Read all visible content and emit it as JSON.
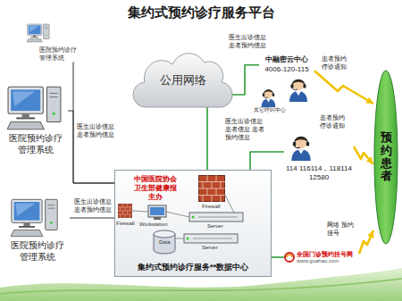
{
  "diagram": {
    "title": "集约式预约诊疗服务平台",
    "nodes": [
      {
        "text": [
          "医院预约诊疗管理系统"
        ]
      },
      {
        "text": [
          "医院预约诊疗管理系统"
        ]
      },
      {
        "text": [
          "医院预约诊疗管理系统"
        ]
      },
      {
        "text": [
          "公用网络"
        ]
      },
      {
        "text": [
          "中融密云中心",
          "4006-120-115"
        ]
      },
      {
        "text": [
          "其它呼叫中心"
        ]
      },
      {
        "text": [
          "中国医院协会 卫生部健康报 主办",
          "集约式预约诊疗服务**数据中心"
        ]
      },
      {
        "text": [
          "114 116114，118114 12580"
        ]
      },
      {
        "text": [
          "全国门诊预约挂号网",
          "www.guahao.com"
        ]
      },
      {
        "text": [
          "预约患者"
        ]
      }
    ],
    "edges": [
      {
        "from": 0,
        "to": 6,
        "arrow": "none",
        "label": "医生出诊信息 患者预约信息"
      },
      {
        "from": 1,
        "to": 6,
        "arrow": "none"
      },
      {
        "from": 2,
        "to": 6,
        "arrow": "none",
        "label": "医生出诊信息 患者预约信息"
      },
      {
        "from": 6,
        "to": 3,
        "arrow": "none"
      },
      {
        "from": 3,
        "to": 4,
        "arrow": "none",
        "label": "医生出诊信息 患者预约信息"
      },
      {
        "from": 6,
        "to": 7,
        "arrow": "none",
        "label": "医生出诊信息 患者信息 患者预约信息"
      },
      {
        "from": 6,
        "to": 8,
        "arrow": "none"
      },
      {
        "from": 4,
        "to": 9,
        "arrow": "to",
        "label": "患者预约 停诊通知"
      },
      {
        "from": 7,
        "to": 9,
        "arrow": "to",
        "label": "患者预约 停诊通知"
      },
      {
        "from": 8,
        "to": 9,
        "arrow": "to",
        "label": "网络 预约挂号"
      }
    ],
    "labels": [
      "Firewall",
      "Firewall",
      "Workstation",
      "Data",
      "Server",
      "Server"
    ]
  }
}
